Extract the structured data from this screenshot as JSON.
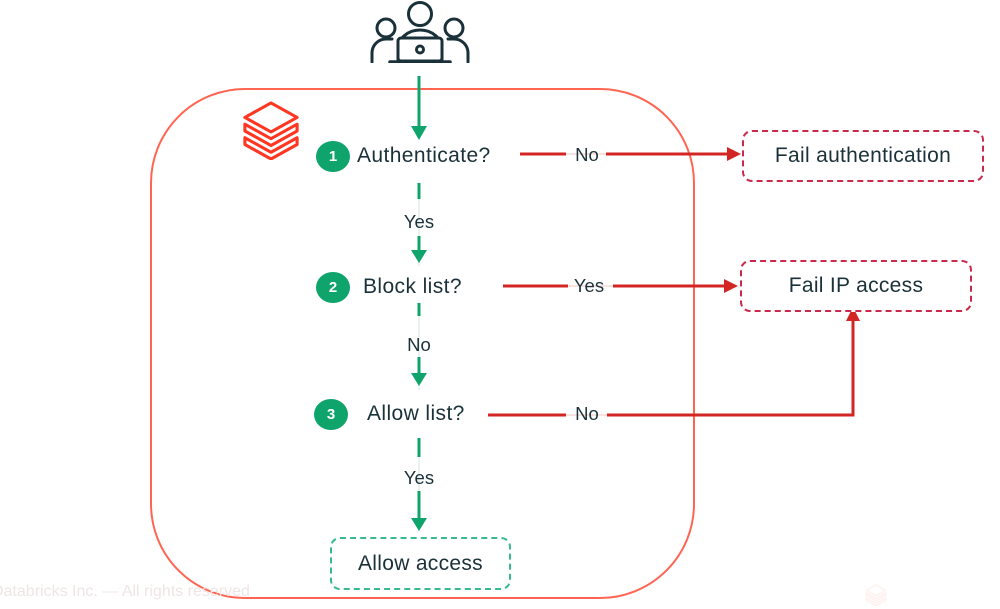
{
  "colors": {
    "navy": "#1B3139",
    "green": "#0FA46C",
    "green-faint": "#E7F4EE",
    "mint-dash": "#38B98E",
    "coral-border": "#FF6552",
    "red": "#D32524",
    "red-faint": "#F8E2E1",
    "crimson-dash": "#C9294B",
    "databricks-red": "#FF3621",
    "watermark": "#EFE5E5"
  },
  "steps": [
    {
      "number": "1",
      "label": "Authenticate?"
    },
    {
      "number": "2",
      "label": "Block list?"
    },
    {
      "number": "3",
      "label": "Allow list?"
    }
  ],
  "outcomes": {
    "fail_auth": "Fail authentication",
    "fail_ip": "Fail IP access",
    "allow": "Allow access"
  },
  "edge_labels": {
    "auth_no": "No",
    "auth_yes": "Yes",
    "block_yes": "Yes",
    "block_no": "No",
    "allowlist_no": "No",
    "allowlist_yes": "Yes"
  },
  "footer": {
    "copyright": "Databricks Inc. — All rights reserved"
  }
}
